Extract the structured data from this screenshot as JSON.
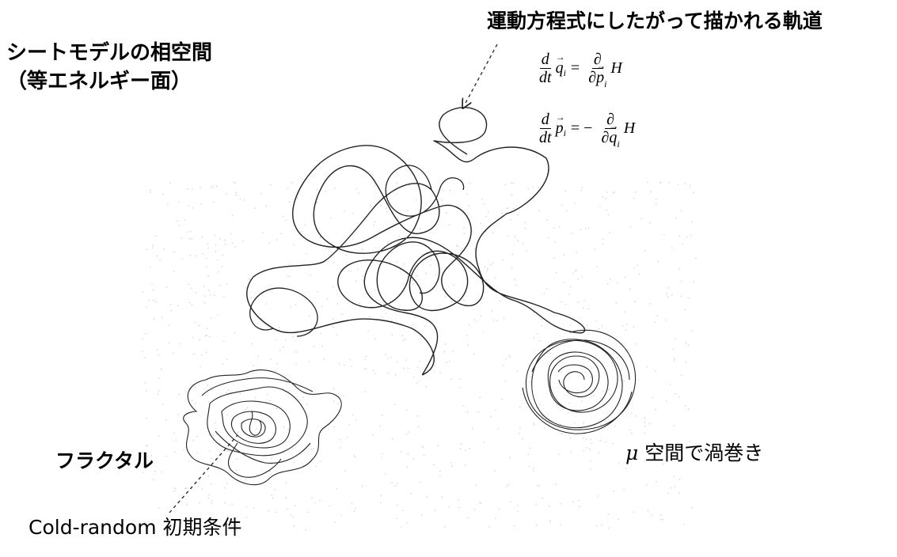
{
  "labels": {
    "trajectory": "運動方程式にしたがって描かれる軌道",
    "phase_space_line1": "シートモデルの相空間",
    "phase_space_line2": "（等エネルギー面）",
    "fractal": "フラクタル",
    "mu_symbol": "μ",
    "mu_text": " 空間で渦巻き",
    "cold_random": "Cold-random 初期条件"
  },
  "equations": {
    "eq1": {
      "lhs_num": "d",
      "lhs_den": "dt",
      "lhs_var": "q",
      "lhs_sub": "i",
      "equals": "=",
      "rhs_num": "∂",
      "rhs_den_d": "∂",
      "rhs_den_var": "p",
      "rhs_den_sub": "i",
      "rhs_tail": "H"
    },
    "eq2": {
      "lhs_num": "d",
      "lhs_den": "dt",
      "lhs_var": "p",
      "lhs_sub": "i",
      "equals": "= −",
      "rhs_num": "∂",
      "rhs_den_d": "∂",
      "rhs_den_var": "q",
      "rhs_den_sub": "i",
      "rhs_tail": "H"
    }
  },
  "colors": {
    "trajectory": "#222222",
    "text": "#000000",
    "background": "#ffffff",
    "dots": "#c8c8c8"
  }
}
